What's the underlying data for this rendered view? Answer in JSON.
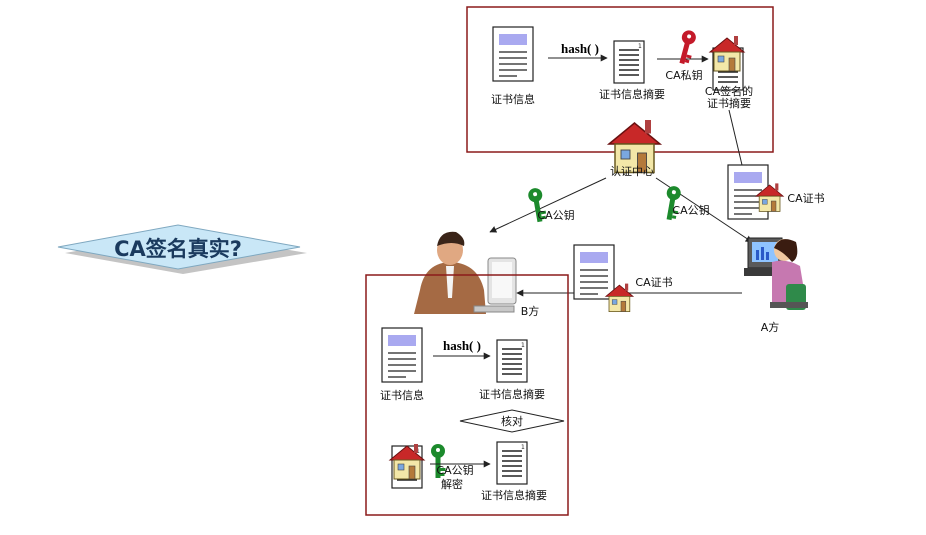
{
  "title": "CA签名真实?",
  "ca_box": {
    "cert_info": "证书信息",
    "hash_fn": "hash( )",
    "digest": "证书信息摘要",
    "private_key": "CA私钥",
    "signed_digest_line1": "CA签名的",
    "signed_digest_line2": "证书摘要"
  },
  "center": {
    "label": "认证中心",
    "pubkey_left": "CA公钥",
    "pubkey_right": "CA公钥"
  },
  "party_a": {
    "label": "A方",
    "cert_top": "CA证书",
    "cert_send": "CA证书"
  },
  "party_b": {
    "label": "B方",
    "cert_info": "证书信息",
    "hash_fn": "hash( )",
    "digest1": "证书信息摘要",
    "check": "核对",
    "pubkey_line1": "CA公钥",
    "pubkey_line2": "解密",
    "digest2": "证书信息摘要"
  },
  "colors": {
    "box_border": "#8b1a1a",
    "title_fill": "#c9e7f7",
    "title_text": "#1a3a5e",
    "private_key": "#c41a2a",
    "public_key": "#1c8a2c",
    "house_roof": "#c82828",
    "house_wall": "#f3e7a8",
    "doc_header": "#a9a9f0"
  }
}
